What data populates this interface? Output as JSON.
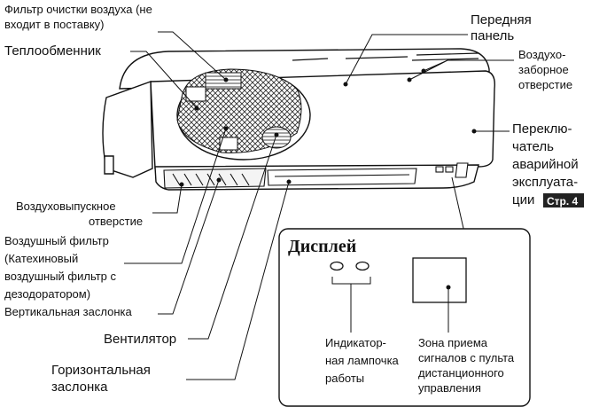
{
  "labels": {
    "air_filter_top_1": "Фильтр очистки воздуха (не",
    "air_filter_top_2": "входит в поставку)",
    "heat_exchanger": "Теплообменник",
    "front_panel_1": "Передняя",
    "front_panel_2": "панель",
    "air_intake_1": "Воздухо-",
    "air_intake_2": "заборное",
    "air_intake_3": "отверстие",
    "emergency_1": "Переклю-",
    "emergency_2": "чатель",
    "emergency_3": "аварийной",
    "emergency_4": "эксплуата-",
    "emergency_5": "ции",
    "page_ref": "Стр. 4",
    "air_outlet_1": "Воздуховыпускное",
    "air_outlet_2": "отверстие",
    "air_filter_1": "Воздушный фильтр",
    "air_filter_2": "(Катехиновый",
    "air_filter_3": "воздушный фильтр с",
    "air_filter_4": "дезодоратором)",
    "vertical_louver": "Вертикальная заслонка",
    "fan": "Вентилятор",
    "horizontal_louver_1": "Горизонтальная",
    "horizontal_louver_2": "заслонка"
  },
  "display": {
    "title": "Дисплей",
    "indicator_1": "Индикатор-",
    "indicator_2": "ная лампочка",
    "indicator_3": "работы",
    "receiver_1": "Зона приема",
    "receiver_2": "сигналов с пульта",
    "receiver_3": "дистанционного",
    "receiver_4": "управления"
  },
  "colors": {
    "line": "#111111",
    "badge": "#222222",
    "unit_fill": "#ffffff",
    "mesh": "#555555"
  }
}
